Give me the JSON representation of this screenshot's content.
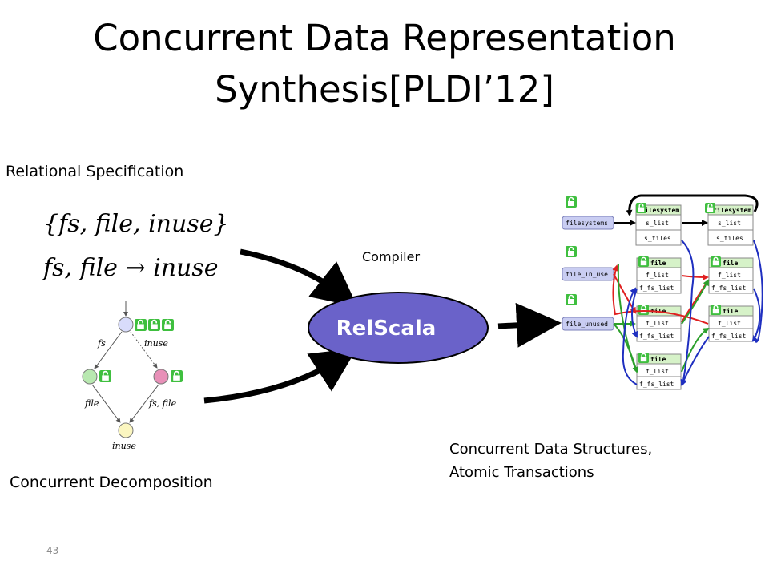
{
  "slide": {
    "title_line1": "Concurrent Data Representation",
    "title_line2": "Synthesis[PLDI’12]",
    "slide_number": "43"
  },
  "labels": {
    "relational_spec": "Relational Specification",
    "concurrent_decomposition": "Concurrent Decomposition",
    "compiler": "Compiler",
    "output_line1": "Concurrent Data Structures,",
    "output_line2": "Atomic Transactions"
  },
  "spec": {
    "line1": "{fs, file, inuse}",
    "line2": "fs, file → inuse"
  },
  "compiler_node": {
    "name": "RelScala"
  },
  "decomposition": {
    "edges": {
      "fs": "fs",
      "inuse": "inuse",
      "file": "file",
      "fs_file": "fs, file"
    },
    "bottom_node": "inuse"
  },
  "structures": {
    "roots": [
      "filesystems",
      "file_in_use",
      "file_unused"
    ],
    "filesystem_nodes": [
      {
        "name": "filesystem",
        "fields": [
          "s_list",
          "s_files"
        ]
      },
      {
        "name": "filesystem",
        "fields": [
          "s_list",
          "s_files"
        ]
      }
    ],
    "file_nodes": [
      {
        "name": "file",
        "fields": [
          "f_list",
          "f_fs_list"
        ]
      },
      {
        "name": "file",
        "fields": [
          "f_list",
          "f_fs_list"
        ]
      },
      {
        "name": "file",
        "fields": [
          "f_list",
          "f_fs_list"
        ]
      },
      {
        "name": "file",
        "fields": [
          "f_list",
          "f_fs_list"
        ]
      },
      {
        "name": "file",
        "fields": [
          "f_list",
          "f_fs_list"
        ]
      }
    ]
  },
  "colors": {
    "relscala_fill": "#6a62c9",
    "node_header": "#d6f2c8",
    "root_box": "#c9cdf2",
    "lock_green": "#3fbf3f",
    "arrow_red": "#e02020",
    "arrow_green": "#2ca02c",
    "arrow_blue": "#1f2fc0",
    "decomp_top": "#d8dcfb",
    "decomp_left": "#b8e8b0",
    "decomp_right": "#e890b8",
    "decomp_bottom": "#fbf6c0"
  }
}
